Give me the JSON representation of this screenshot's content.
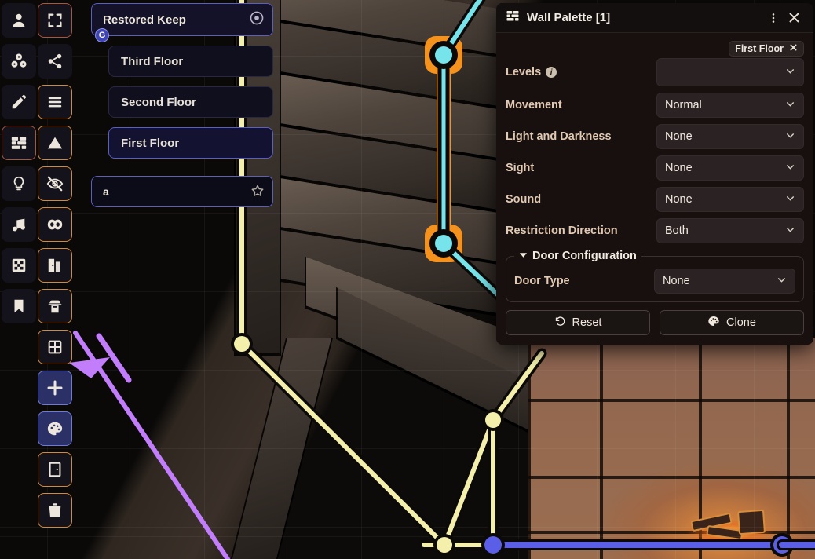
{
  "app": {
    "scene_nav": {
      "root_scene": "Restored Keep",
      "root_badge": "G",
      "root_icon": "target-icon",
      "children": [
        {
          "label": "Third Floor",
          "selected": false
        },
        {
          "label": "Second Floor",
          "selected": false
        },
        {
          "label": "First Floor",
          "selected": true
        }
      ],
      "search": {
        "value": "a",
        "placeholder": "",
        "favorite_icon": "star-icon"
      }
    },
    "toolbar_primary": [
      {
        "name": "token-controls",
        "icon": "user-icon",
        "state": "normal"
      },
      {
        "name": "measurement-templates",
        "icon": "dice-icon",
        "state": "normal"
      },
      {
        "name": "drawing-tools",
        "icon": "pencil-icon",
        "state": "normal"
      },
      {
        "name": "wall-controls",
        "icon": "brick-wall-icon",
        "state": "rust-active"
      },
      {
        "name": "lighting-controls",
        "icon": "lightbulb-icon",
        "state": "normal"
      },
      {
        "name": "sound-controls",
        "icon": "music-note-icon",
        "state": "normal"
      },
      {
        "name": "tile-controls",
        "icon": "checkerboard-icon",
        "state": "normal"
      },
      {
        "name": "notes-controls",
        "icon": "bookmark-icon",
        "state": "normal"
      }
    ],
    "toolbar_secondary": [
      {
        "name": "select-walls",
        "icon": "expand-arrows-icon",
        "state": "rust"
      },
      {
        "name": "draw-walls",
        "icon": "share-nodes-icon",
        "state": "normal"
      },
      {
        "name": "draw-terrain-walls",
        "icon": "bars-icon",
        "state": "bordered"
      },
      {
        "name": "draw-invisible-walls",
        "icon": "mountain-icon",
        "state": "bordered"
      },
      {
        "name": "draw-ethereal-walls",
        "icon": "eye-slash-icon",
        "state": "bordered"
      },
      {
        "name": "draw-secret-doors",
        "icon": "mask-icon",
        "state": "bordered"
      },
      {
        "name": "draw-doors",
        "icon": "door-open-icon",
        "state": "bordered"
      },
      {
        "name": "draw-secret-passage",
        "icon": "user-secret-icon",
        "state": "bordered"
      },
      {
        "name": "draw-windows",
        "icon": "window-icon",
        "state": "bordered"
      },
      {
        "name": "add-wall-preset",
        "icon": "plus-icon",
        "state": "active"
      },
      {
        "name": "wall-palette-tool",
        "icon": "palette-icon",
        "state": "active"
      },
      {
        "name": "clone-wall",
        "icon": "door-closed-icon",
        "state": "bordered"
      },
      {
        "name": "delete-walls",
        "icon": "trash-icon",
        "state": "bordered"
      }
    ],
    "annotation": {
      "arrow_color": "#c27dfb",
      "points_to": "add-wall-preset"
    }
  },
  "palette": {
    "title": "Wall Palette [1]",
    "title_icon": "brick-wall-icon",
    "menu_icon": "ellipsis-vertical-icon",
    "close_icon": "close-icon",
    "level_chip": {
      "label": "First Floor",
      "remove_icon": "close-icon"
    },
    "fields": [
      {
        "label": "Levels",
        "value": "",
        "has_info": true,
        "info_icon": "info-icon"
      },
      {
        "label": "Movement",
        "value": "Normal",
        "has_info": false
      },
      {
        "label": "Light and Darkness",
        "value": "None",
        "has_info": false
      },
      {
        "label": "Sight",
        "value": "None",
        "has_info": false
      },
      {
        "label": "Sound",
        "value": "None",
        "has_info": false
      },
      {
        "label": "Restriction Direction",
        "value": "Both",
        "has_info": false
      }
    ],
    "door_config": {
      "legend": "Door Configuration",
      "caret_icon": "caret-down-icon",
      "door_type_label": "Door Type",
      "door_type_value": "None"
    },
    "actions": [
      {
        "label": "Reset",
        "icon": "undo-icon"
      },
      {
        "label": "Clone",
        "icon": "palette-icon"
      }
    ]
  },
  "colors": {
    "accent_blue": "#5b5fc0",
    "wall_selected_orange": "#f5921e",
    "wall_door_cyan": "#76e4ea",
    "wall_normal": "#f4f0ac",
    "wall_blue": "#5b5fe8",
    "annotation_purple": "#c27dfb",
    "panel_bg": "#17100f",
    "label_tan": "#e2c9b3"
  },
  "chart_data": null
}
